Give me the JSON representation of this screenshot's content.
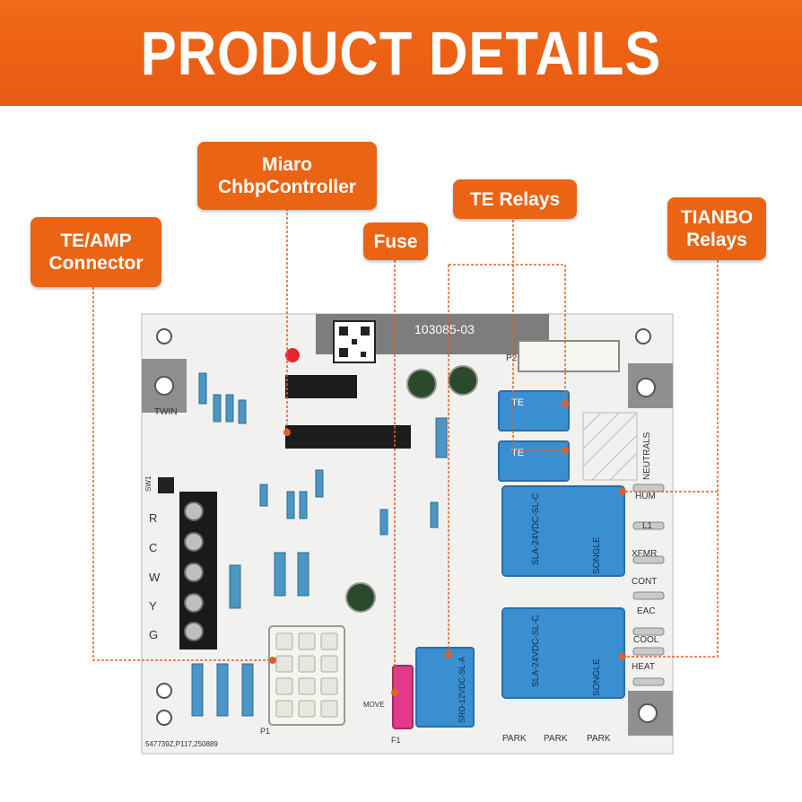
{
  "banner": {
    "title": "PRODUCT DETAILS"
  },
  "callouts": {
    "controller": {
      "line1": "Miaro",
      "line2": "ChbpController"
    },
    "te_relays": {
      "label": "TE Relays"
    },
    "fuse": {
      "label": "Fuse"
    },
    "tianbo": {
      "line1": "TIANBO",
      "line2": "Relays"
    },
    "connector": {
      "line1": "TE/AMP",
      "line2": "Connector"
    }
  },
  "board": {
    "part_number": "103085-03",
    "serial": "547739Z,P117,250889",
    "terminal_labels": [
      "R",
      "C",
      "W",
      "Y",
      "G"
    ],
    "right_labels": [
      "HUM",
      "L1",
      "XFMR",
      "CONT",
      "EAC",
      "COOL",
      "HEAT"
    ],
    "neutrals_label": "NEUTRALS",
    "park_labels": [
      "PARK",
      "PARK",
      "PARK"
    ],
    "twin_label": "TWIN",
    "move_label": "MOVE",
    "p2_label": "P2",
    "p1_label": "P1",
    "f1_label": "F1",
    "sw1_label": "SW1",
    "relay_text_te": "TE",
    "relay_brand_songle": "SONGLE",
    "relay_model_large": "SLA-24VDC-SL-C",
    "relay_model_small": "SRD-12VDC-SL-A"
  },
  "colors": {
    "accent": "#ea6414",
    "board": "#f4f5f3",
    "relay_blue": "#3a8fd0",
    "terminal_black": "#1a1a1a"
  }
}
